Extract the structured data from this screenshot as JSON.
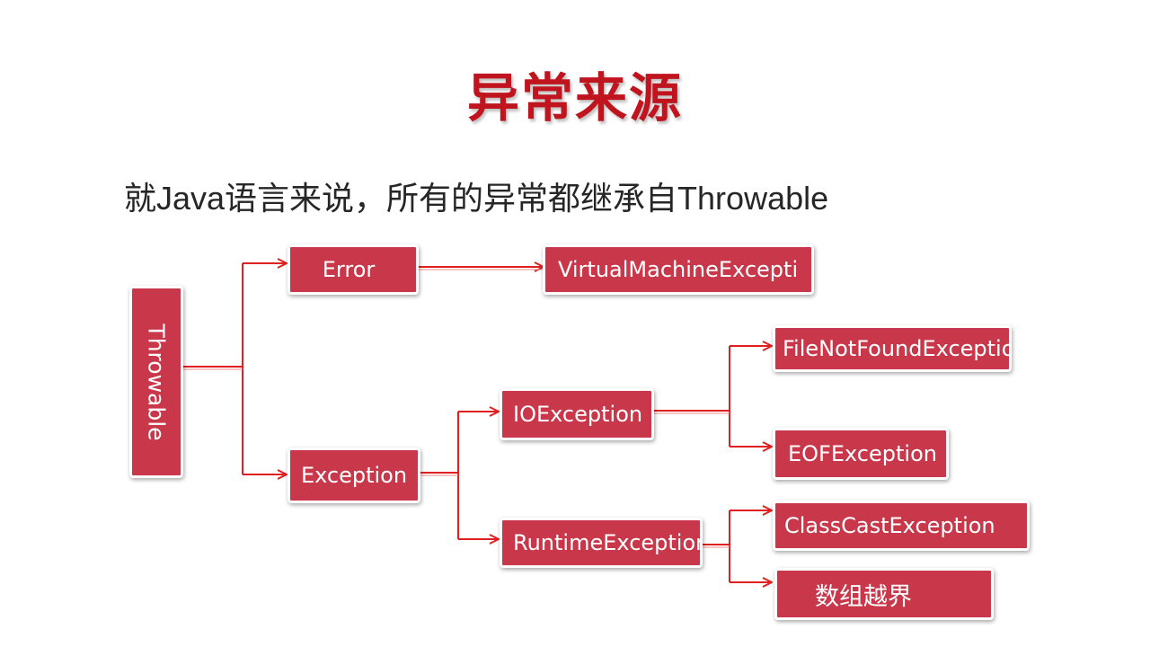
{
  "title": "异常来源",
  "subtitle": "就Java语言来说，所有的异常都继承自Throwable",
  "colors": {
    "title": "#c0141e",
    "box_fill": "#c8384a",
    "connector": "#e02020"
  },
  "diagram": {
    "root": "Throwable",
    "error": "Error",
    "virtual_machine_exception": "VirtualMachineExcepti",
    "exception": "Exception",
    "io_exception": "IOException",
    "file_not_found_exception": "FileNotFoundExceptio",
    "eof_exception": "EOFException",
    "runtime_exception": "RuntimeException",
    "class_cast_exception": "ClassCastException",
    "array_out_of_bounds": "数组越界"
  }
}
